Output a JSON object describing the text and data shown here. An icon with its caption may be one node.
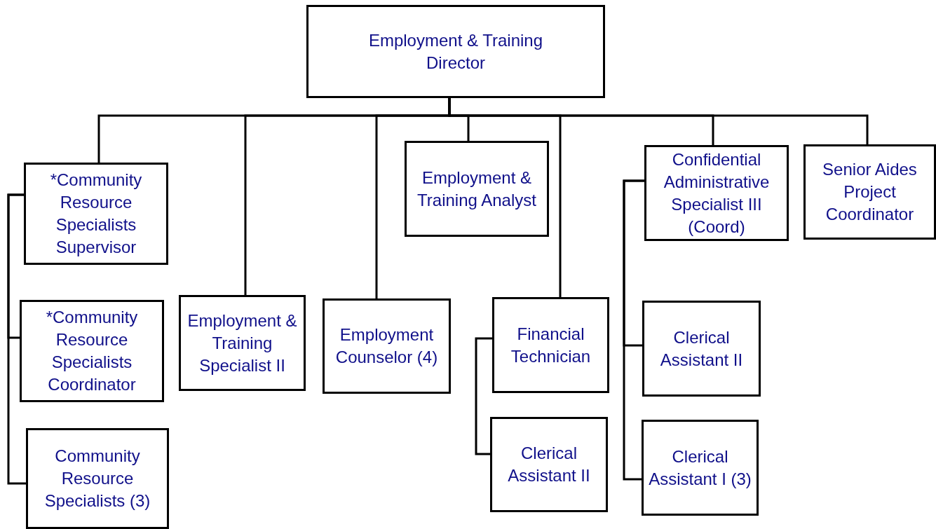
{
  "diagram": {
    "nodes": [
      {
        "text": [
          "Employment & Training Director"
        ]
      },
      {
        "text": [
          "*Community Resource Specialists Supervisor"
        ]
      },
      {
        "text": [
          "*Community Resource Specialists Coordinator"
        ]
      },
      {
        "text": [
          "Community Resource Specialists (3)"
        ]
      },
      {
        "text": [
          "Employment & Training Specialist II"
        ]
      },
      {
        "text": [
          "Employment Counselor (4)"
        ]
      },
      {
        "text": [
          "Employment & Training Analyst"
        ]
      },
      {
        "text": [
          "Financial Technician"
        ]
      },
      {
        "text": [
          "Clerical Assistant II"
        ]
      },
      {
        "text": [
          "Confidential Administrative Specialist III (Coord)"
        ]
      },
      {
        "text": [
          "Clerical Assistant II"
        ]
      },
      {
        "text": [
          "Clerical Assistant I (3)"
        ]
      },
      {
        "text": [
          "Senior Aides Project Coordinator"
        ]
      }
    ],
    "edges": [
      {
        "from": 0,
        "to": 1,
        "arrow": "none"
      },
      {
        "from": 0,
        "to": 4,
        "arrow": "none"
      },
      {
        "from": 0,
        "to": 5,
        "arrow": "none"
      },
      {
        "from": 0,
        "to": 6,
        "arrow": "none"
      },
      {
        "from": 0,
        "to": 7,
        "arrow": "none"
      },
      {
        "from": 0,
        "to": 9,
        "arrow": "none"
      },
      {
        "from": 0,
        "to": 12,
        "arrow": "none"
      },
      {
        "from": 1,
        "to": 2,
        "arrow": "none"
      },
      {
        "from": 1,
        "to": 3,
        "arrow": "none"
      },
      {
        "from": 7,
        "to": 8,
        "arrow": "none"
      },
      {
        "from": 9,
        "to": 10,
        "arrow": "none"
      },
      {
        "from": 9,
        "to": 11,
        "arrow": "none"
      }
    ]
  }
}
